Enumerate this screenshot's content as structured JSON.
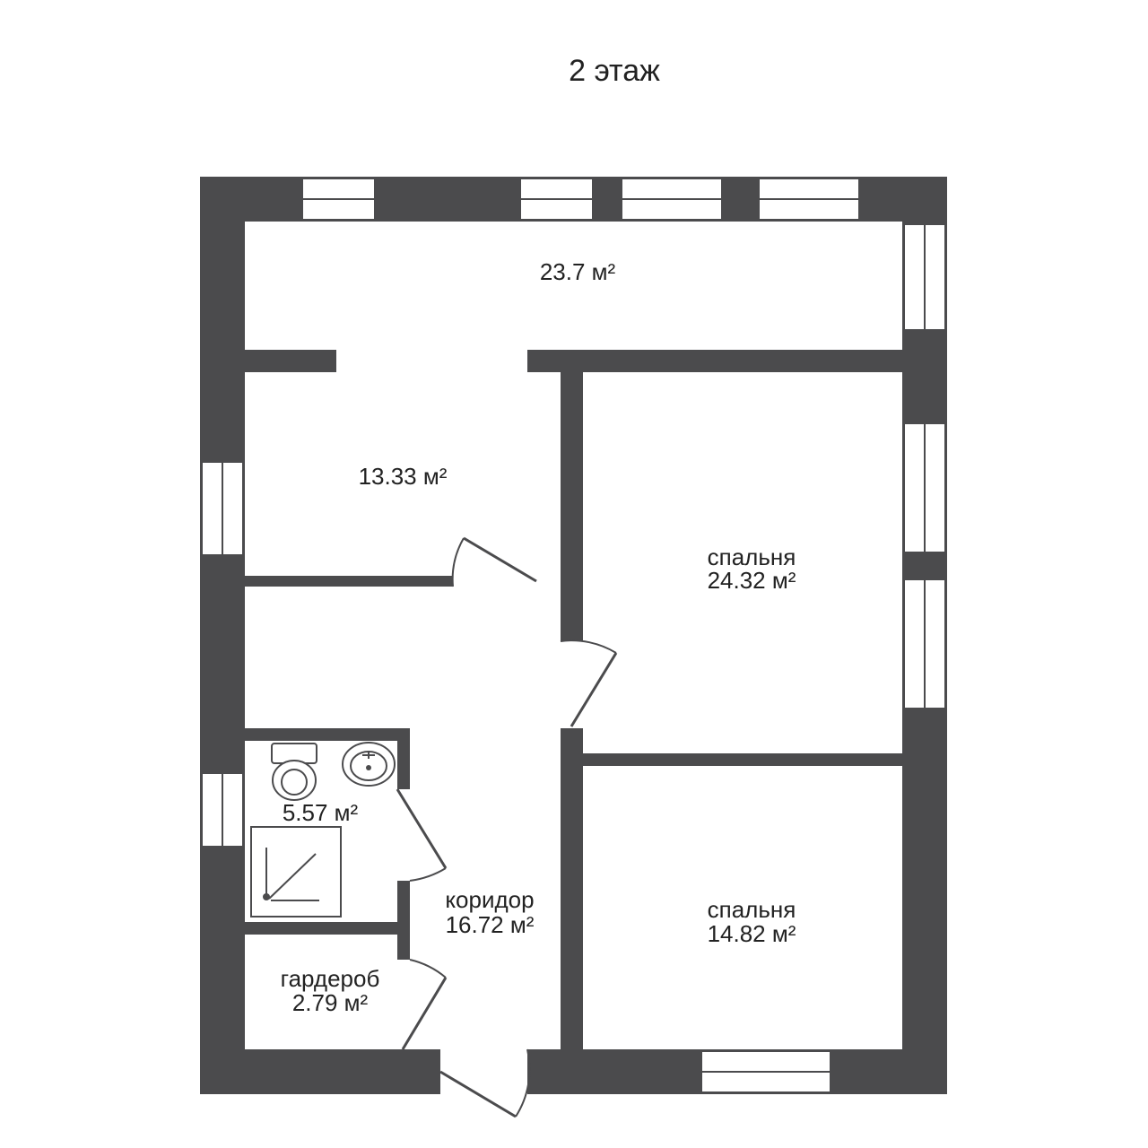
{
  "title": "2 этаж",
  "rooms": [
    {
      "key": "top_hall",
      "name": "",
      "area": "23.7 м²"
    },
    {
      "key": "room_left",
      "name": "",
      "area": "13.33 м²"
    },
    {
      "key": "bedroom_1",
      "name": "спальня",
      "area": "24.32 м²"
    },
    {
      "key": "bathroom",
      "name": "",
      "area": "5.57 м²"
    },
    {
      "key": "corridor",
      "name": "коридор",
      "area": "16.72 м²"
    },
    {
      "key": "wardrobe",
      "name": "гардероб",
      "area": "2.79 м²"
    },
    {
      "key": "bedroom_2",
      "name": "спальня",
      "area": "14.82 м²"
    }
  ],
  "colors": {
    "wall": "#4b4b4d",
    "background": "#ffffff"
  },
  "icons": [
    "window-icon",
    "door-icon",
    "toilet-icon",
    "sink-icon",
    "shower-icon"
  ]
}
